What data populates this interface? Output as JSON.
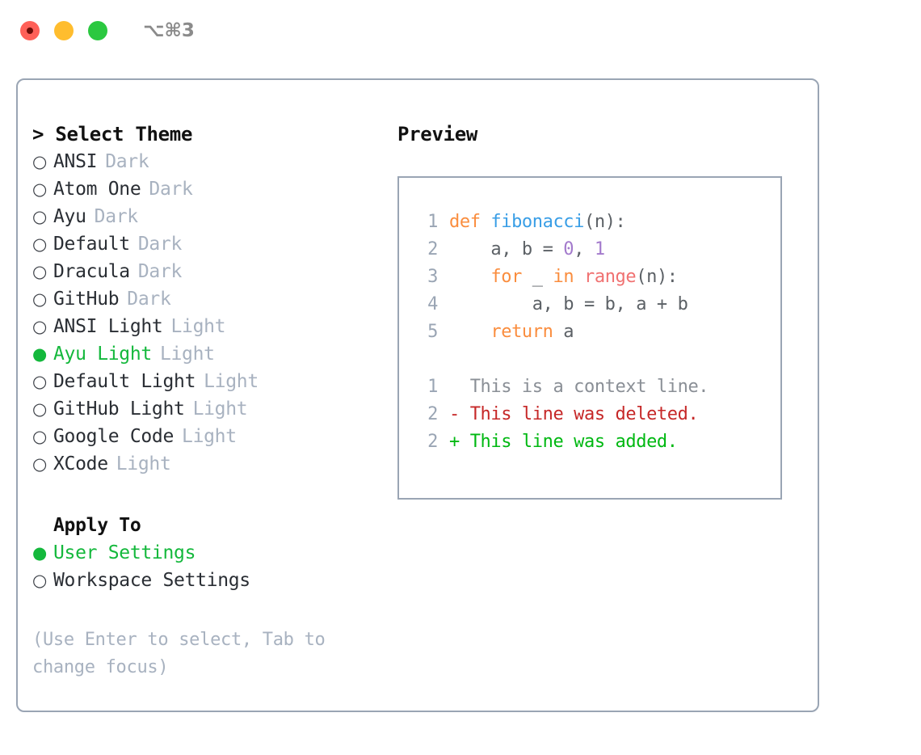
{
  "titlebar": {
    "shortcut": "⌥⌘3",
    "buttons": [
      {
        "name": "close",
        "color": "#ff6058"
      },
      {
        "name": "minimize",
        "color": "#ffbd2e"
      },
      {
        "name": "maximize",
        "color": "#2bc840"
      }
    ]
  },
  "theme_list": {
    "caret": ">",
    "title": "Select Theme",
    "bullet_selected": "●",
    "bullet_unselected": "○",
    "items": [
      {
        "label": "ANSI",
        "tag": "Dark",
        "selected": false
      },
      {
        "label": "Atom One",
        "tag": "Dark",
        "selected": false
      },
      {
        "label": "Ayu",
        "tag": "Dark",
        "selected": false
      },
      {
        "label": "Default",
        "tag": "Dark",
        "selected": false
      },
      {
        "label": "Dracula",
        "tag": "Dark",
        "selected": false
      },
      {
        "label": "GitHub",
        "tag": "Dark",
        "selected": false
      },
      {
        "label": "ANSI Light",
        "tag": "Light",
        "selected": false
      },
      {
        "label": "Ayu Light",
        "tag": "Light",
        "selected": true
      },
      {
        "label": "Default Light",
        "tag": "Light",
        "selected": false
      },
      {
        "label": "GitHub Light",
        "tag": "Light",
        "selected": false
      },
      {
        "label": "Google Code",
        "tag": "Light",
        "selected": false
      },
      {
        "label": "XCode",
        "tag": "Light",
        "selected": false
      }
    ]
  },
  "apply_to": {
    "title": "Apply To",
    "items": [
      {
        "label": "User Settings",
        "selected": true
      },
      {
        "label": "Workspace Settings",
        "selected": false
      }
    ]
  },
  "hint": "(Use Enter to select, Tab to change focus)",
  "preview": {
    "title": "Preview",
    "code_lines": [
      {
        "lineno": "1",
        "tokens": [
          {
            "text": "def ",
            "cls": "tok-kw"
          },
          {
            "text": "fibonacci",
            "cls": "tok-fn"
          },
          {
            "text": "(n):",
            "cls": "tok-punct"
          }
        ]
      },
      {
        "lineno": "2",
        "tokens": [
          {
            "text": "    a, b = ",
            "cls": "tok-plain"
          },
          {
            "text": "0",
            "cls": "tok-num"
          },
          {
            "text": ", ",
            "cls": "tok-punct"
          },
          {
            "text": "1",
            "cls": "tok-num"
          }
        ]
      },
      {
        "lineno": "3",
        "tokens": [
          {
            "text": "    for ",
            "cls": "tok-kw"
          },
          {
            "text": "_ ",
            "cls": "tok-plain"
          },
          {
            "text": "in ",
            "cls": "tok-kw"
          },
          {
            "text": "range",
            "cls": "tok-call"
          },
          {
            "text": "(n):",
            "cls": "tok-punct"
          }
        ]
      },
      {
        "lineno": "4",
        "tokens": [
          {
            "text": "        a, b = b, a + b",
            "cls": "tok-plain"
          }
        ]
      },
      {
        "lineno": "5",
        "tokens": [
          {
            "text": "    return ",
            "cls": "tok-kw"
          },
          {
            "text": "a",
            "cls": "tok-plain"
          }
        ]
      }
    ],
    "diff_lines": [
      {
        "lineno": "1",
        "marker": " ",
        "text": "This is a context line.",
        "cls": "diff-ctx"
      },
      {
        "lineno": "2",
        "marker": "-",
        "text": "This line was deleted.",
        "cls": "diff-del"
      },
      {
        "lineno": "2",
        "marker": "+",
        "text": "This line was added.",
        "cls": "diff-add"
      }
    ]
  },
  "colors": {
    "accent_green": "#14b83c",
    "border": "#9aa5b4",
    "muted": "#a8b2c0",
    "keyword": "#fa8d3e",
    "function": "#399ee6",
    "number": "#a37acc",
    "call": "#f07171",
    "diff_delete": "#c62828",
    "diff_add": "#00b812"
  }
}
